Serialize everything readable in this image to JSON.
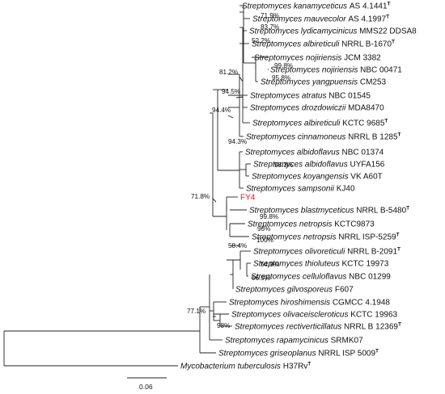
{
  "tree": {
    "taxa": [
      {
        "genus": "Streptomyces",
        "species": "kanamyceticus",
        "strain": "AS 4.1441",
        "type_strain": true
      },
      {
        "genus": "Streptomyces",
        "species": "mauvecolor",
        "strain": "AS 4.1997",
        "type_strain": true
      },
      {
        "genus": "Streptomyces",
        "species": "lydicamycinicus",
        "strain": "MMS22 DDSA8",
        "type_strain": false
      },
      {
        "genus": "Streptomyces",
        "species": "albireticuli",
        "strain": "NRRL B-1670",
        "type_strain": true
      },
      {
        "genus": "Streptomyces",
        "species": "nojiriensis",
        "strain": "JCM 3382",
        "type_strain": false
      },
      {
        "genus": "Streptomyces",
        "species": "nojiriensis",
        "strain": "NBC 00471",
        "type_strain": false
      },
      {
        "genus": "Streptomyces",
        "species": "yangpuensis",
        "strain": "CM253",
        "type_strain": false
      },
      {
        "genus": "Streptomyces",
        "species": "atratus",
        "strain": "NBC 01545",
        "type_strain": false
      },
      {
        "genus": "Streptomyces",
        "species": "drozdowiczii",
        "strain": "MDA8470",
        "type_strain": false
      },
      {
        "genus": "Streptomyces",
        "species": "albireticuli",
        "strain": "KCTC 9685",
        "type_strain": true
      },
      {
        "genus": "Streptomyces",
        "species": "cinnamoneus",
        "strain": "NRRL B 1285",
        "type_strain": true
      },
      {
        "genus": "Streptomyces",
        "species": "albidoflavus",
        "strain": "NBC 01374",
        "type_strain": false
      },
      {
        "genus": "Streptomyces",
        "species": "albidoflavus",
        "strain": "UYFA156",
        "type_strain": false
      },
      {
        "genus": "Streptomyces",
        "species": "koyangensis",
        "strain": "VK A60T",
        "type_strain": false
      },
      {
        "genus": "Streptomyces",
        "species": "sampsonii",
        "strain": "KJ40",
        "type_strain": false
      },
      {
        "genus": "",
        "species": "",
        "strain": "FY4",
        "type_strain": false,
        "highlight": "#e8141b"
      },
      {
        "genus": "Streptomyces",
        "species": "blastmyceticus",
        "strain": "NRRL B-5480",
        "type_strain": true
      },
      {
        "genus": "Streptomyces",
        "species": "netropsis",
        "strain": "KCTC9873",
        "type_strain": false
      },
      {
        "genus": "Streptomyces",
        "species": "netropsis",
        "strain": "NRRL ISP-5259",
        "type_strain": true
      },
      {
        "genus": "Streptomyces",
        "species": "olivoreticuli",
        "strain": "NRRL B-2091",
        "type_strain": true
      },
      {
        "genus": "Streptomyces",
        "species": "thioluteus",
        "strain": "KCTC 19973",
        "type_strain": false
      },
      {
        "genus": "Streptomyces",
        "species": "celluloflavus",
        "strain": "NBC 01299",
        "type_strain": false
      },
      {
        "genus": "Streptomyces",
        "species": "gilvosporeus",
        "strain": "F607",
        "type_strain": false
      },
      {
        "genus": "Streptomyces",
        "species": "hiroshimensis",
        "strain": "CGMCC 4.1948",
        "type_strain": false
      },
      {
        "genus": "Streptomyces",
        "species": "olivaceiscleroticus",
        "strain": "KCTC 19963",
        "type_strain": false
      },
      {
        "genus": "Streptomyces",
        "species": "rectiverticillatus",
        "strain": "NRRL B 12369",
        "type_strain": true
      },
      {
        "genus": "Streptomyces",
        "species": "rapamycinicus",
        "strain": "SRMK07",
        "type_strain": false
      },
      {
        "genus": "Streptomyces",
        "species": "griseoplanus",
        "strain": "NRRL ISP 5009",
        "type_strain": true
      },
      {
        "genus": "Mycobacterium",
        "species": "tuberculosis",
        "strain": "H37Rv",
        "type_strain": true
      }
    ],
    "type_mark": "T",
    "bootstrap": [
      "71.9%",
      "83.7%",
      "52.2%",
      "99.8%",
      "95.8%",
      "81.2%",
      "94.5%",
      "94.4%",
      "94.3%",
      "98.3%",
      "71.8%",
      "99.8%",
      "96%",
      "100%",
      "58.4%",
      "54.9%",
      "56.5%",
      "77.1%",
      "98%"
    ],
    "scale_bar": {
      "label": "0.06",
      "value": 0.06
    }
  }
}
